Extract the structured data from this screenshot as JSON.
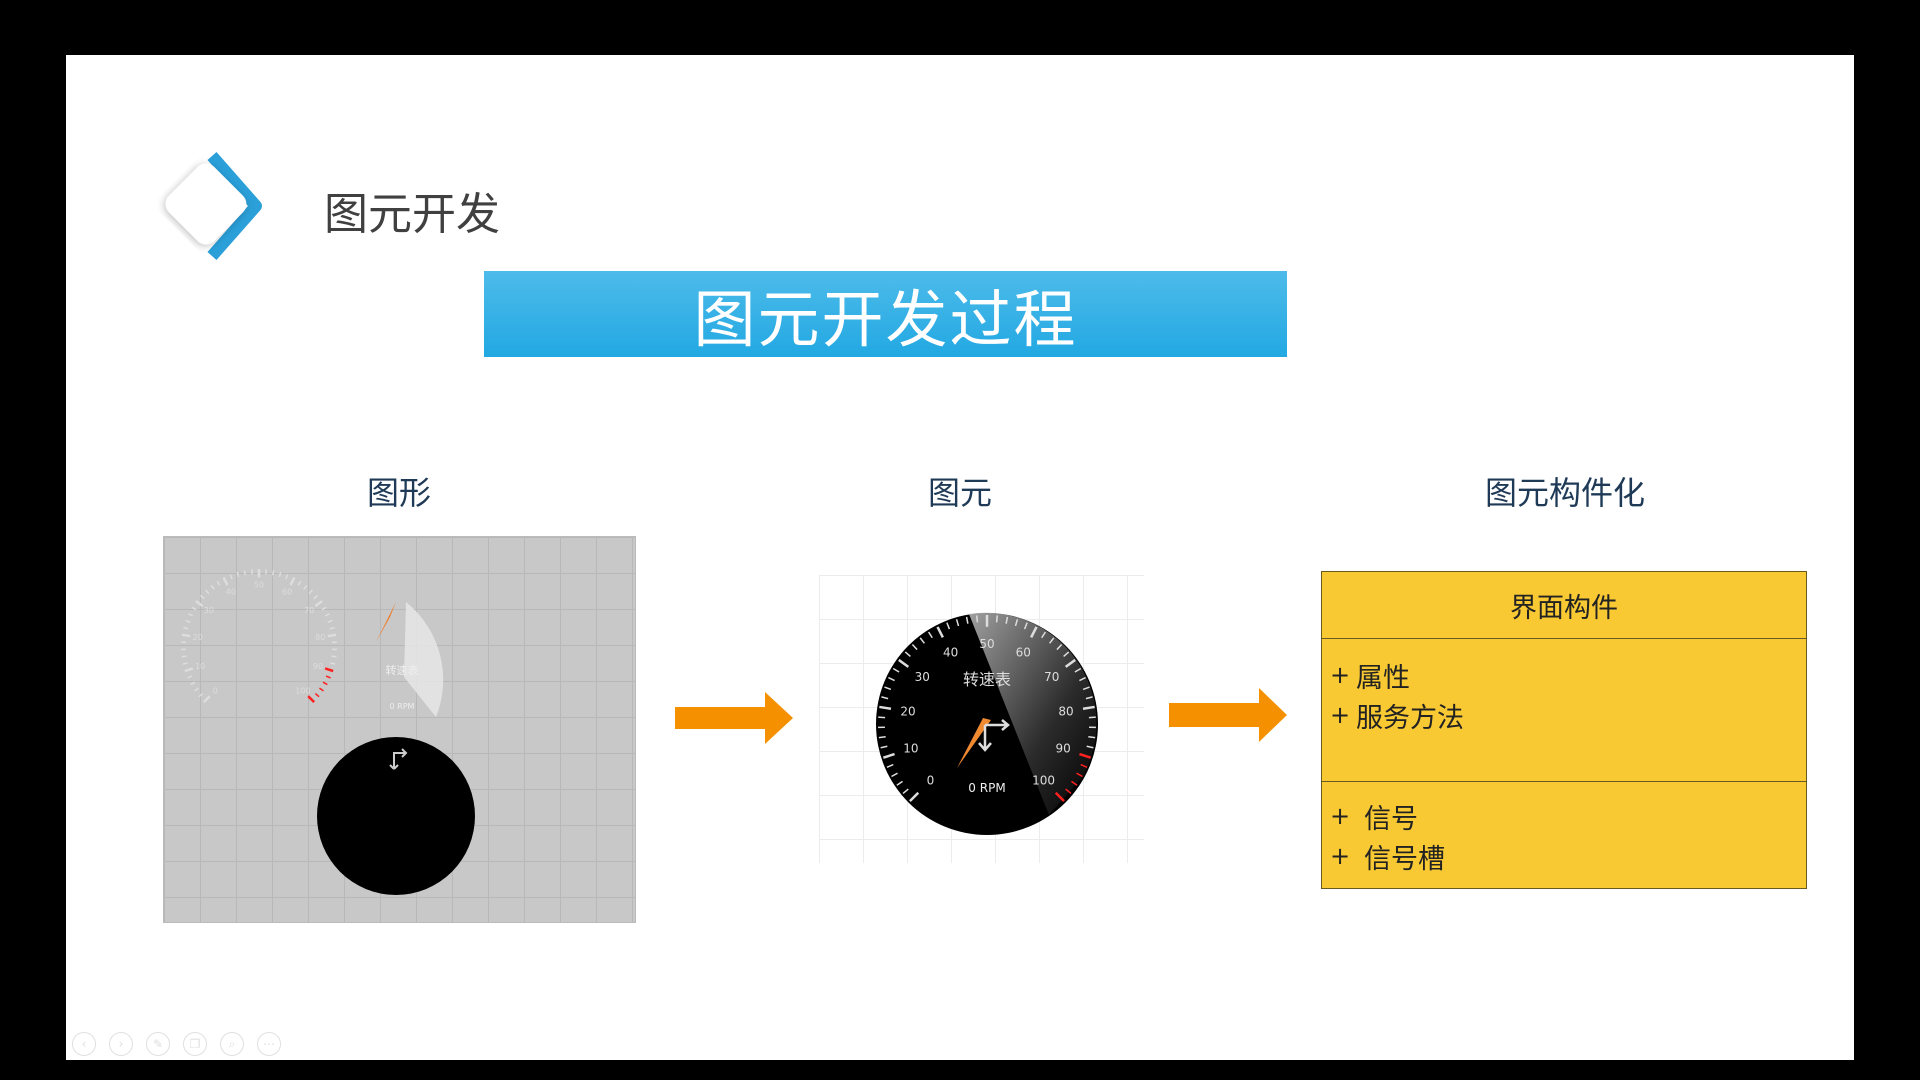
{
  "header": {
    "title": "图元开发"
  },
  "banner": {
    "text": "图元开发过程"
  },
  "columns": [
    {
      "label": "图形"
    },
    {
      "label": "图元"
    },
    {
      "label": "图元构件化"
    }
  ],
  "gauge": {
    "title": "转速表",
    "readout": "0 RPM",
    "ticks": [
      "0",
      "10",
      "20",
      "30",
      "40",
      "50",
      "60",
      "70",
      "80",
      "90",
      "100"
    ],
    "value": 0,
    "min": 0,
    "max": 100
  },
  "component": {
    "title": "界面构件",
    "properties": [
      {
        "sign": "+",
        "label": "属性"
      },
      {
        "sign": "+",
        "label": "服务方法"
      }
    ],
    "signals": [
      {
        "sign": "+",
        "label": "信号"
      },
      {
        "sign": "+",
        "label": "信号槽"
      }
    ]
  },
  "colors": {
    "accent": "#22a8e2",
    "arrow": "#f59100",
    "box": "#f9c933"
  },
  "toolbar": {
    "icons": [
      "prev-icon",
      "next-icon",
      "pen-icon",
      "copy-icon",
      "zoom-icon",
      "more-icon"
    ]
  }
}
